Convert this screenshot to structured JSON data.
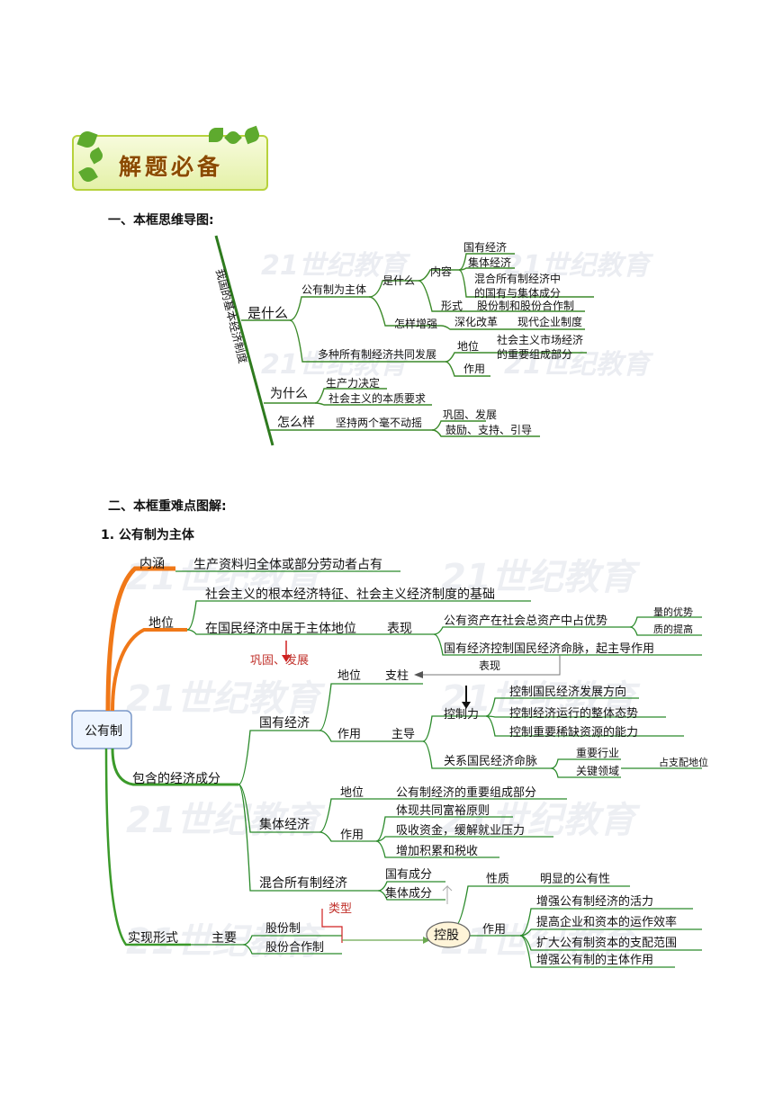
{
  "banner": {
    "title": "解题必备"
  },
  "section1": {
    "heading": "一、本框思维导图:"
  },
  "map1": {
    "vertical_title": "我国的基本经济制度",
    "b_what": "是什么",
    "public_main": "公有制为主体",
    "what2": "是什么",
    "content": "内容",
    "state": "国有经济",
    "collective": "集体经济",
    "mixed1": "混合所有制经济中",
    "mixed2": "的国有与集体成分",
    "form": "形式",
    "form_val": "股份制和股份合作制",
    "strengthen": "怎样增强",
    "deepen": "深化改革",
    "modern": "现代企业制度",
    "multi": "多种所有制经济共同发展",
    "status": "地位",
    "status_val1": "社会主义市场经济",
    "status_val2": "的重要组成部分",
    "role": "作用",
    "why": "为什么",
    "why1": "生产力决定",
    "why2": "社会主义的本质要求",
    "how": "怎么样",
    "how_main": "坚持两个毫不动摇",
    "how1": "巩固、发展",
    "how2": "鼓励、支持、引导"
  },
  "section2": {
    "heading": "二、本框重难点图解:",
    "sub": "1. 公有制为主体"
  },
  "map2": {
    "root": "公有制",
    "connotation": "内涵",
    "connotation_val": "生产资料归全体或部分劳动者占有",
    "position": "地位",
    "pos1": "社会主义的根本经济特征、社会主义经济制度的基础",
    "pos2": "在国民经济中居于主体地位",
    "manifest": "表现",
    "man1": "公有资产在社会总资产中占优势",
    "quantity": "量的优势",
    "quality": "质的提高",
    "man2": "国有经济控制国民经济命脉，起主导作用",
    "consolidate": "巩固、发展",
    "manifest2": "表现",
    "components": "包含的经济成分",
    "state": "国有经济",
    "state_pos": "地位",
    "pillar": "支柱",
    "state_role": "作用",
    "leading": "主导",
    "control": "控制力",
    "c1": "控制国民经济发展方向",
    "c2": "控制经济运行的整体态势",
    "c3": "控制重要稀缺资源的能力",
    "lifeline": "关系国民经济命脉",
    "key_industry": "重要行业",
    "key_field": "关键领域",
    "dominant": "占支配地位",
    "collective": "集体经济",
    "col_pos": "地位",
    "col_pos_val": "公有制经济的重要组成部分",
    "col_role": "作用",
    "cr1": "体现共同富裕原则",
    "cr2": "吸收资金，缓解就业压力",
    "cr3": "增加积累和税收",
    "mixed": "混合所有制经济",
    "state_part": "国有成分",
    "col_part": "集体成分",
    "nature": "性质",
    "nature_val": "明显的公有性",
    "holding": "控股",
    "hold_role": "作用",
    "h1": "增强公有制经济的活力",
    "h2": "提高企业和资本的运作效率",
    "h3": "扩大公有制资本的支配范围",
    "h4": "增强公有制的主体作用",
    "forms": "实现形式",
    "main": "主要",
    "type": "类型",
    "shareholding": "股份制",
    "coop": "股份合作制"
  }
}
